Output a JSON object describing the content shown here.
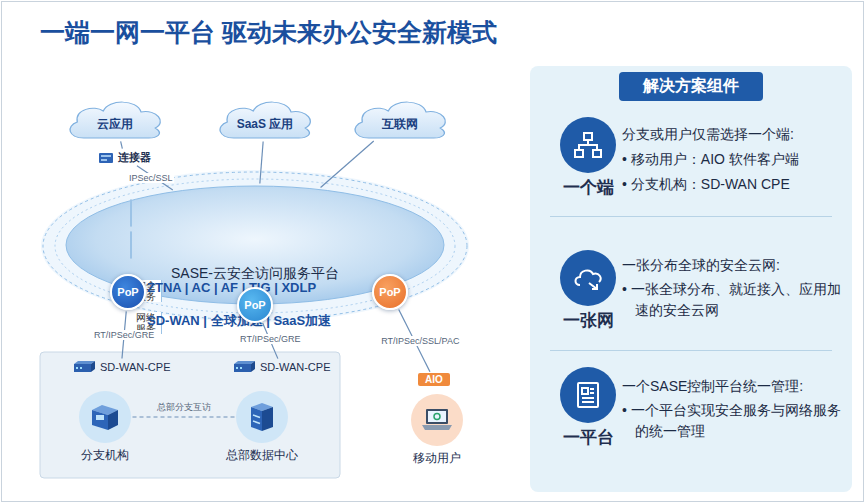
{
  "diagram": {
    "title": "一端一网一平台 驱动未来办公安全新模式",
    "nodes": [
      {
        "text": [
          "云应用"
        ]
      },
      {
        "text": [
          "SaaS 应用"
        ]
      },
      {
        "text": [
          "互联网"
        ]
      },
      {
        "text": [
          "连接器"
        ]
      },
      {
        "text": [
          "SASE-云安全访问服务平台"
        ]
      },
      {
        "text": [
          "安全 服务",
          "ZTNA | AC | AF | TIG | XDLP"
        ],
        "in": 4
      },
      {
        "text": [
          "网络 服务",
          "SD-WAN | 全球加速 | SaaS加速"
        ],
        "in": 4
      },
      {
        "text": [
          "PoP"
        ]
      },
      {
        "text": [
          "PoP"
        ]
      },
      {
        "text": [
          "PoP"
        ]
      },
      {
        "text": [
          "SD-WAN-CPE"
        ]
      },
      {
        "text": [
          "SD-WAN-CPE"
        ]
      },
      {
        "text": [
          "分支机构"
        ]
      },
      {
        "text": [
          "总部数据中心"
        ]
      },
      {
        "text": [
          "AIO"
        ]
      },
      {
        "text": [
          "移动用户"
        ]
      },
      {
        "text": [
          "解决方案组件"
        ]
      },
      {
        "text": [
          "一个端"
        ],
        "in": 16
      },
      {
        "text": [
          "一张网"
        ],
        "in": 16
      },
      {
        "text": [
          "一平台"
        ],
        "in": 16
      }
    ],
    "edges": [
      {
        "from": 0,
        "to": 3,
        "arrow": "none"
      },
      {
        "from": 3,
        "to": 4,
        "label": "IPSec/SSL",
        "arrow": "none"
      },
      {
        "from": 1,
        "to": 4,
        "arrow": "none"
      },
      {
        "from": 2,
        "to": 4,
        "arrow": "none"
      },
      {
        "from": 7,
        "to": 10,
        "label": "RT/IPSec/GRE",
        "arrow": "none"
      },
      {
        "from": 8,
        "to": 11,
        "label": "RT/IPSec/GRE",
        "arrow": "none"
      },
      {
        "from": 9,
        "to": 14,
        "label": "RT/IPSec/SSL/PAC",
        "arrow": "none"
      },
      {
        "from": 12,
        "to": 13,
        "label": "总部分支互访",
        "arrow": "none"
      }
    ],
    "labels": [
      "分支或用户仅需选择一个端:",
      "• 移动用户：AIO 软件客户端",
      "• 分支机构：SD-WAN CPE",
      "一张分布全球的安全云网:",
      "• 一张全球分布、就近接入、应用加速的安全云网",
      "一个SASE控制平台统一管理:",
      "• 一个平台实现安全服务与网络服务的统一管理"
    ]
  }
}
